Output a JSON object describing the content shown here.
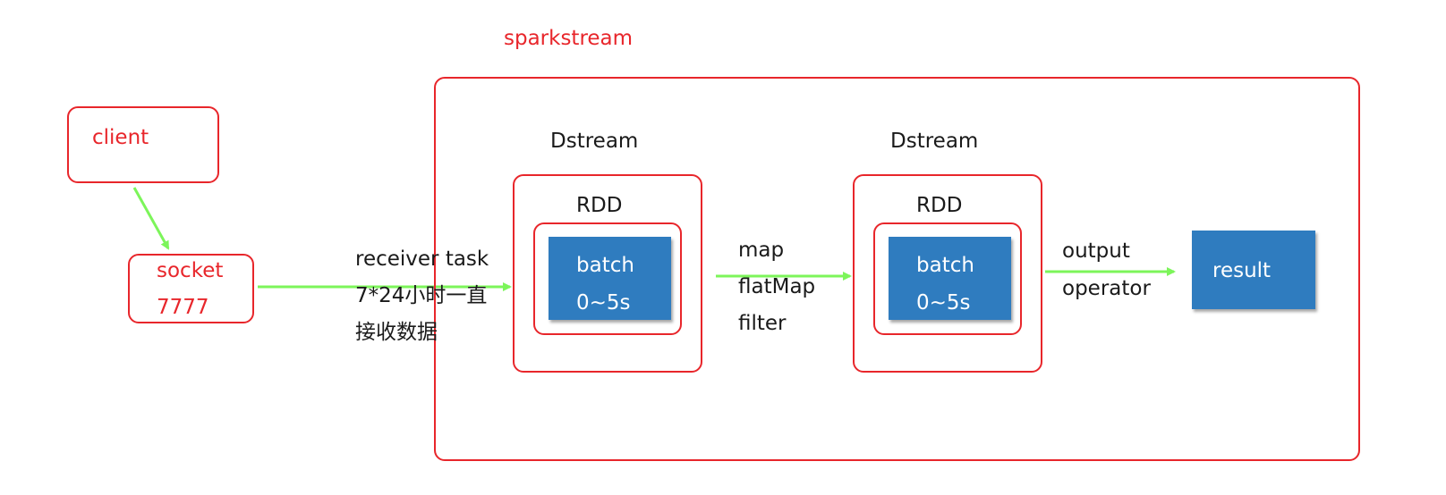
{
  "container": {
    "title": "sparkstream"
  },
  "client": {
    "label": "client"
  },
  "socket": {
    "line1": "socket",
    "line2": "7777"
  },
  "receiver": {
    "line1": "receiver task",
    "line2": "7*24小时一直",
    "line3": "接收数据"
  },
  "dstream1": {
    "title": "Dstream",
    "rdd_label": "RDD",
    "batch_line1": "batch",
    "batch_line2": "0~5s"
  },
  "transform": {
    "line1": "map",
    "line2": "flatMap",
    "line3": "filter"
  },
  "dstream2": {
    "title": "Dstream",
    "rdd_label": "RDD",
    "batch_line1": "batch",
    "batch_line2": "0~5s"
  },
  "output": {
    "line1": "output",
    "line2": "operator"
  },
  "result": {
    "label": "result"
  },
  "colors": {
    "border_red": "#e8262b",
    "arrow_green": "#7cf55a",
    "box_blue": "#2f7cbf"
  }
}
